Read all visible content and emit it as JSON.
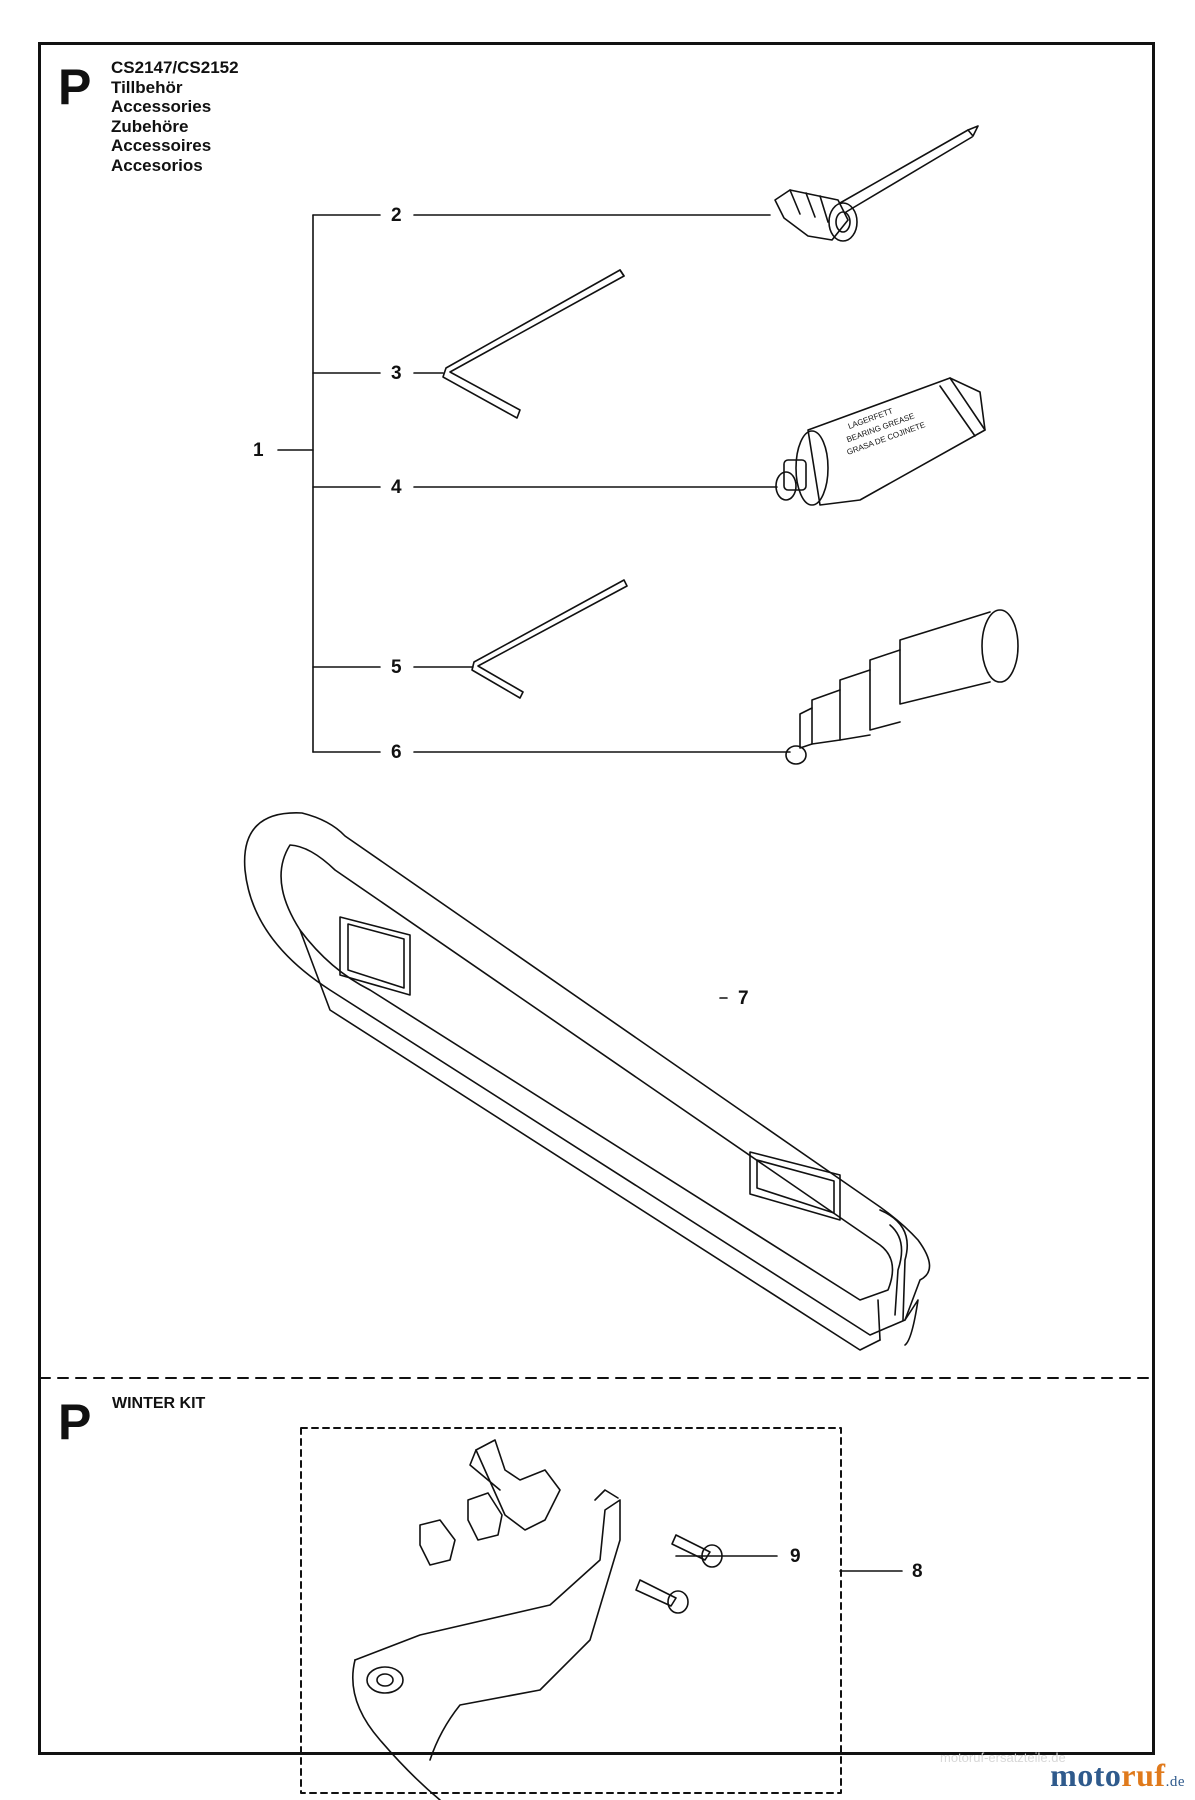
{
  "header": {
    "section_letter": "P",
    "model": "CS2147/CS2152",
    "titles": [
      "Tillbehör",
      "Accessories",
      "Zubehöre",
      "Accessoires",
      "Accesorios"
    ]
  },
  "callouts": {
    "c1": "1",
    "c2": "2",
    "c3": "3",
    "c4": "4",
    "c5": "5",
    "c6": "6",
    "c7": "7",
    "c8": "8",
    "c9": "9"
  },
  "winter": {
    "section_letter": "P",
    "title": "WINTER KIT"
  },
  "tube_label": [
    "LAGERFETT",
    "BEARING GREASE",
    "GRASA DE COJINETE"
  ],
  "watermark": "motoruf-ersatzteile.de",
  "brand": {
    "main": "moto",
    "accent": "ruf",
    "suffix": ".de"
  },
  "colors": {
    "line": "#111111",
    "brand_blue": "#2f5a8c",
    "brand_orange": "#e07a1c"
  }
}
